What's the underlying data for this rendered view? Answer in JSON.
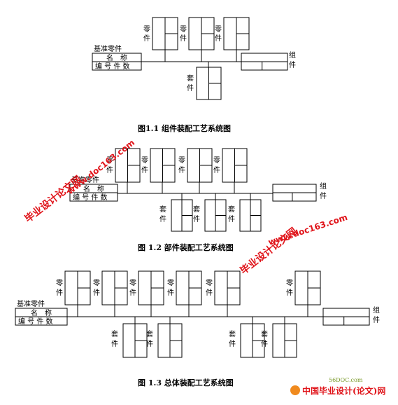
{
  "labels": {
    "part": [
      "零",
      "件"
    ],
    "base_part": "基准零件",
    "name": "名　称",
    "number": "编 号 件 数",
    "kit": [
      "套",
      "件"
    ],
    "assembly": [
      "组",
      "件"
    ]
  },
  "captions": {
    "fig1": "图1.1   组件装配工艺系统图",
    "fig2": "图 1.2  部件装配工艺系统图",
    "fig3": "图 1.3  总体装配工艺系统图"
  },
  "watermarks": {
    "site_cn": "毕业设计论文网",
    "site_url": "www.doc163.com",
    "logo_small": "56DOC.com",
    "logo_main": "中国毕业设计(论文)网"
  },
  "colors": {
    "line": "#000000",
    "watermark": "#e0151b",
    "logo_orange": "#f08a1e"
  }
}
